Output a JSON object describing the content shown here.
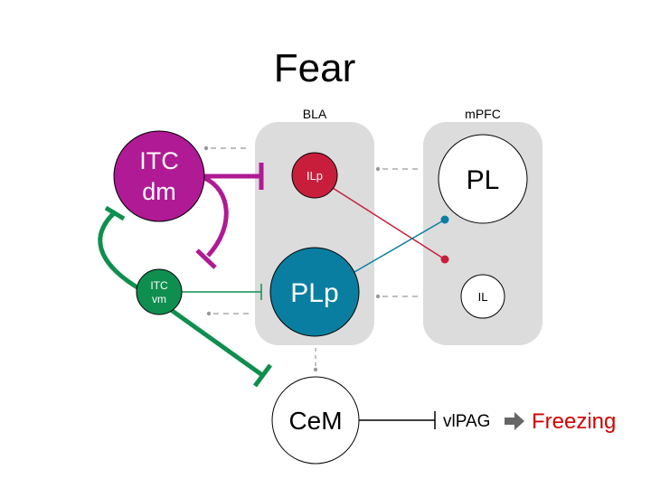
{
  "title": "Fear",
  "regions": {
    "bla": "BLA",
    "mpfc": "mPFC"
  },
  "nodes": {
    "itc_dm_line1": "ITC",
    "itc_dm_line2": "dm",
    "itc_vm_line1": "ITC",
    "itc_vm_line2": "vm",
    "ilp": "ILp",
    "plp": "PLp",
    "pl": "PL",
    "il": "IL",
    "cem": "CeM"
  },
  "output": {
    "vlpag": "vlPAG",
    "freezing": "Freezing"
  },
  "colors": {
    "itc_dm": "#b01a94",
    "itc_vm": "#0f8f4f",
    "ilp": "#c81e3c",
    "plp": "#0a7ea1",
    "freezing": "#d40000",
    "region_bg": "#dcdcdc",
    "arrow": "#666666"
  }
}
